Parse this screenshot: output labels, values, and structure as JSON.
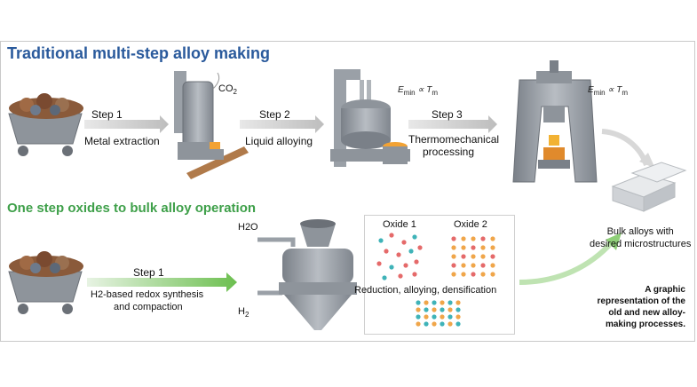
{
  "title_traditional": "Traditional multi-step alloy making",
  "title_onestep": "One step oxides to bulk alloy operation",
  "traditional_steps": [
    {
      "step": "Step 1",
      "desc": "Metal extraction"
    },
    {
      "step": "Step 2",
      "desc": "Liquid alloying"
    },
    {
      "step": "Step 3",
      "desc": "Thermomechanical processing"
    }
  ],
  "onestep": {
    "step": "Step 1",
    "desc_line1": "H2-based redox synthesis",
    "desc_line2": "and compaction"
  },
  "chem": {
    "co2": "CO",
    "co2_sub": "2",
    "h2o": "H2O",
    "h2": "H",
    "h2_sub": "2"
  },
  "energy_label": {
    "e": "E",
    "sub": "min",
    "prop": "∝",
    "t": "T",
    "tsub": "m"
  },
  "oxides": {
    "oxide1": "Oxide 1",
    "oxide2": "Oxide 2",
    "process": "Reduction, alloying, densification"
  },
  "result": {
    "line1": "Bulk alloys with",
    "line2": "desired microstructures"
  },
  "caption": {
    "l1": "A graphic",
    "l2": "representation of the",
    "l3": "old and new alloy-",
    "l4": "making processes."
  },
  "colors": {
    "title_blue": "#2a5a9c",
    "title_green": "#3fa04a",
    "machine_gray": "#8e949b",
    "ore_brown": "#8a5a3a",
    "molten": "#f2a233",
    "dot_red": "#e56a6a",
    "dot_teal": "#3fb3b8",
    "dot_orange": "#f0a64a"
  }
}
